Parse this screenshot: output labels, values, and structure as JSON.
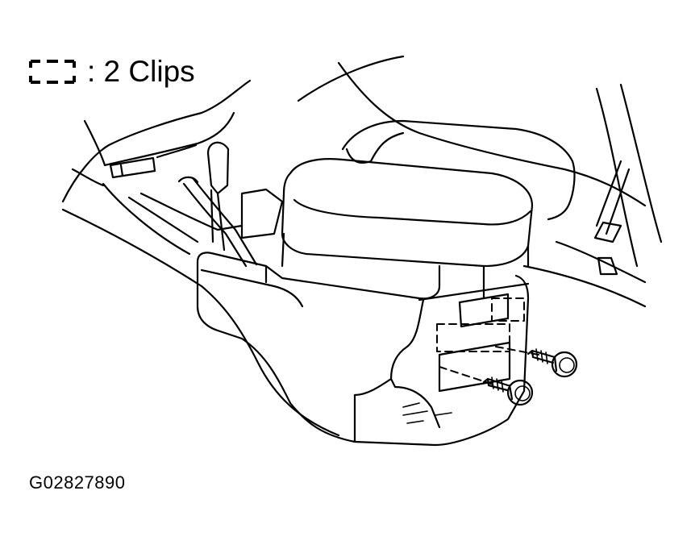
{
  "legend": {
    "symbol_name": "clip-dashed-square-icon",
    "text": ": 2 Clips"
  },
  "figure_id": "G02827890",
  "parts": {
    "clip_count": 2,
    "screw_count": 2
  }
}
